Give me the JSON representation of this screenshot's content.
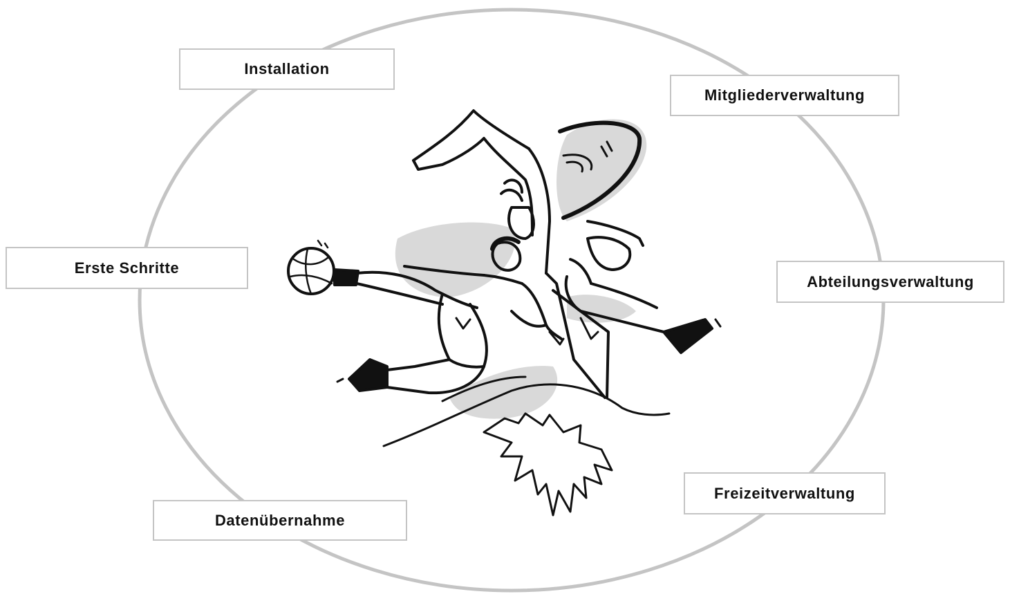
{
  "menu": {
    "installation": "Installation",
    "mitgliederverwaltung": "Mitgliederverwaltung",
    "erste_schritte": "Erste Schritte",
    "abteilungsverwaltung": "Abteilungsverwaltung",
    "freizeitverwaltung": "Freizeitverwaltung",
    "datenuebernahme": "Datenübernahme"
  },
  "colors": {
    "ellipse_stroke": "#c4c4c4",
    "box_border": "#c4c4c4",
    "text": "#111111",
    "illustration_ink": "#111111",
    "illustration_shadow": "#d9d9d9"
  },
  "illustration": {
    "icon": "sports-athletes-illustration"
  }
}
